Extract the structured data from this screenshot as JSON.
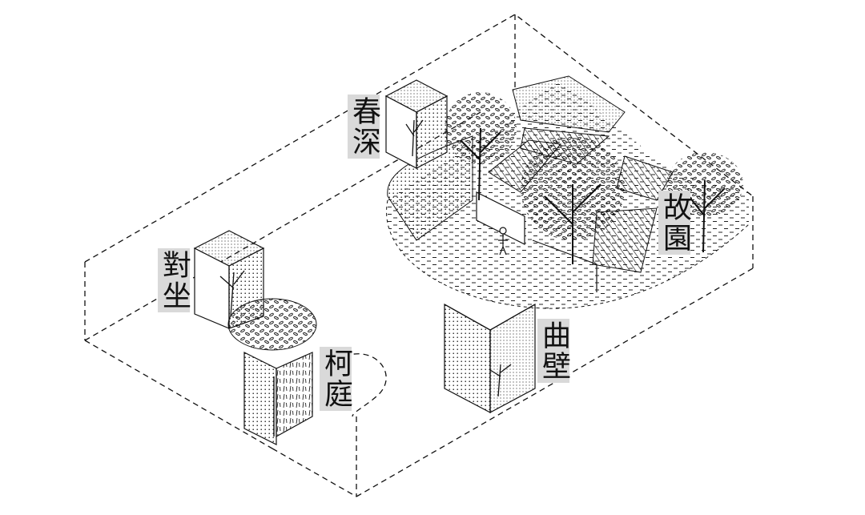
{
  "labels": {
    "chunshen": "春深",
    "guyuan": "故園",
    "duizuo": "對坐",
    "keting": "柯庭",
    "qubi": "曲壁"
  },
  "colors": {
    "line": "#111111",
    "label_bg": "#d9d9d9",
    "background": "#ffffff"
  }
}
